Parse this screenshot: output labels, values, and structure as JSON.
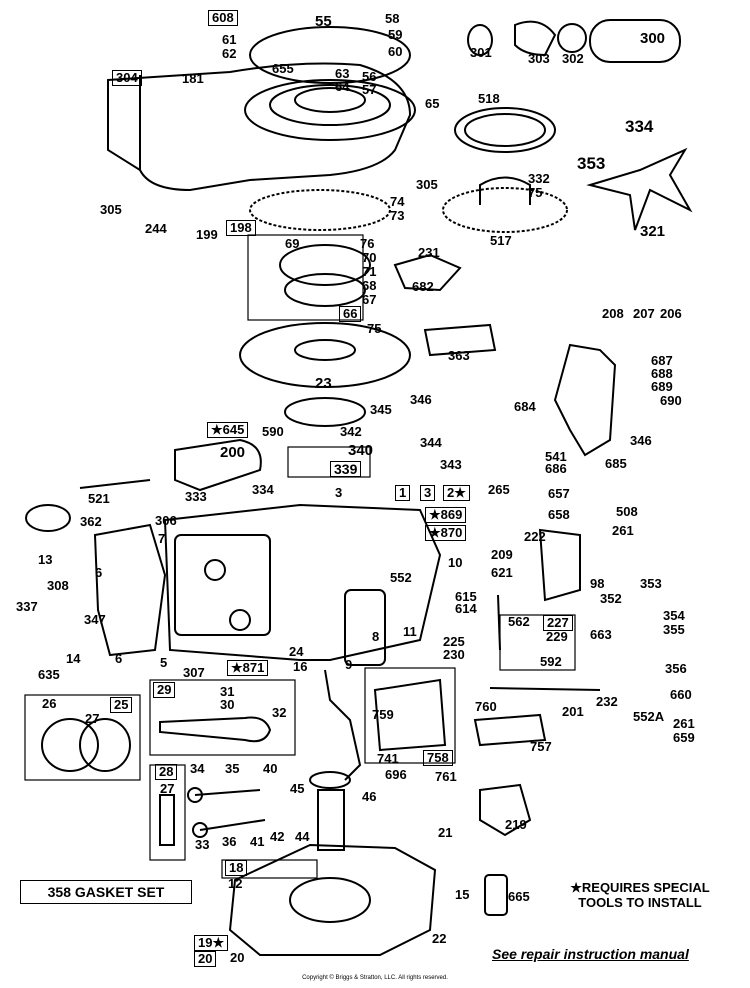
{
  "labels": {
    "p608": "608",
    "p55": "55",
    "p58": "58",
    "p59": "59",
    "p60": "60",
    "p61": "61",
    "p62": "62",
    "p655": "655",
    "p63": "63",
    "p64": "64",
    "p56": "56",
    "p57": "57",
    "p65": "65",
    "p304": "304",
    "p181": "181",
    "p301": "301",
    "p303": "303",
    "p302": "302",
    "p300": "300",
    "p518": "518",
    "p334": "334",
    "p353a": "353",
    "p321": "321",
    "p332": "332",
    "p75a": "75",
    "p517": "517",
    "p305a": "305",
    "p305b": "305",
    "p74": "74",
    "p73": "73",
    "p244": "244",
    "p199": "199",
    "p198": "198",
    "p69": "69",
    "p76": "76",
    "p70": "70",
    "p71": "71",
    "p68": "68",
    "p67": "67",
    "p66": "66",
    "p231": "231",
    "p682": "682",
    "p75b": "75",
    "p363": "363",
    "p23": "23",
    "p346a": "346",
    "p345": "345",
    "p208": "208",
    "p207": "207",
    "p206": "206",
    "p687": "687",
    "p688": "688",
    "p689": "689",
    "p690": "690",
    "p684": "684",
    "p346b": "346",
    "p541": "541",
    "p686": "686",
    "p685": "685",
    "p645": "645",
    "p590": "590",
    "p342": "342",
    "p340": "340",
    "p339": "339",
    "p344": "344",
    "p343": "343",
    "p200": "200",
    "p521": "521",
    "p333": "333",
    "p334b": "334",
    "p3": "3",
    "p1": "1",
    "p3b": "3",
    "p2": "2",
    "p869": "869",
    "p870": "870",
    "p265": "265",
    "p657": "657",
    "p658": "658",
    "p508": "508",
    "p261a": "261",
    "p362": "362",
    "p306": "306",
    "p7": "7",
    "p10": "10",
    "p222": "222",
    "p209": "209",
    "p621": "621",
    "p13": "13",
    "p6a": "6",
    "p308": "308",
    "p552": "552",
    "p98": "98",
    "p353b": "353",
    "p352": "352",
    "p354": "354",
    "p355": "355",
    "p337": "337",
    "p347": "347",
    "p615": "615",
    "p614": "614",
    "p8": "8",
    "p11": "11",
    "p225": "225",
    "p230": "230",
    "p562": "562",
    "p227": "227",
    "p229": "229",
    "p592": "592",
    "p663": "663",
    "p356": "356",
    "p635": "635",
    "p14": "14",
    "p6b": "6",
    "p5": "5",
    "p307": "307",
    "p871": "871",
    "p24": "24",
    "p16": "16",
    "p9": "9",
    "p201": "201",
    "p232": "232",
    "p660": "660",
    "p552A": "552A",
    "p261b": "261",
    "p659": "659",
    "p29": "29",
    "p31": "31",
    "p30": "30",
    "p32": "32",
    "p26": "26",
    "p25": "25",
    "p27a": "27",
    "p759": "759",
    "p760": "760",
    "p757": "757",
    "p741": "741",
    "p758": "758",
    "p696": "696",
    "p761": "761",
    "p28": "28",
    "p27b": "27",
    "p34": "34",
    "p35": "35",
    "p40": "40",
    "p45": "45",
    "p46": "46",
    "p36": "36",
    "p41": "41",
    "p42": "42",
    "p44": "44",
    "p33": "33",
    "p219": "219",
    "p21": "21",
    "p18": "18",
    "p12": "12",
    "p15": "15",
    "p665": "665",
    "p19": "19",
    "p20a": "20",
    "p20b": "20",
    "p22": "22"
  },
  "gasket_set": "358 GASKET SET",
  "special_tools_note": "★REQUIRES SPECIAL TOOLS TO INSTALL",
  "repair_manual": "See repair instruction manual",
  "copyright": "Copyright © Briggs & Stratton, LLC. All rights reserved."
}
